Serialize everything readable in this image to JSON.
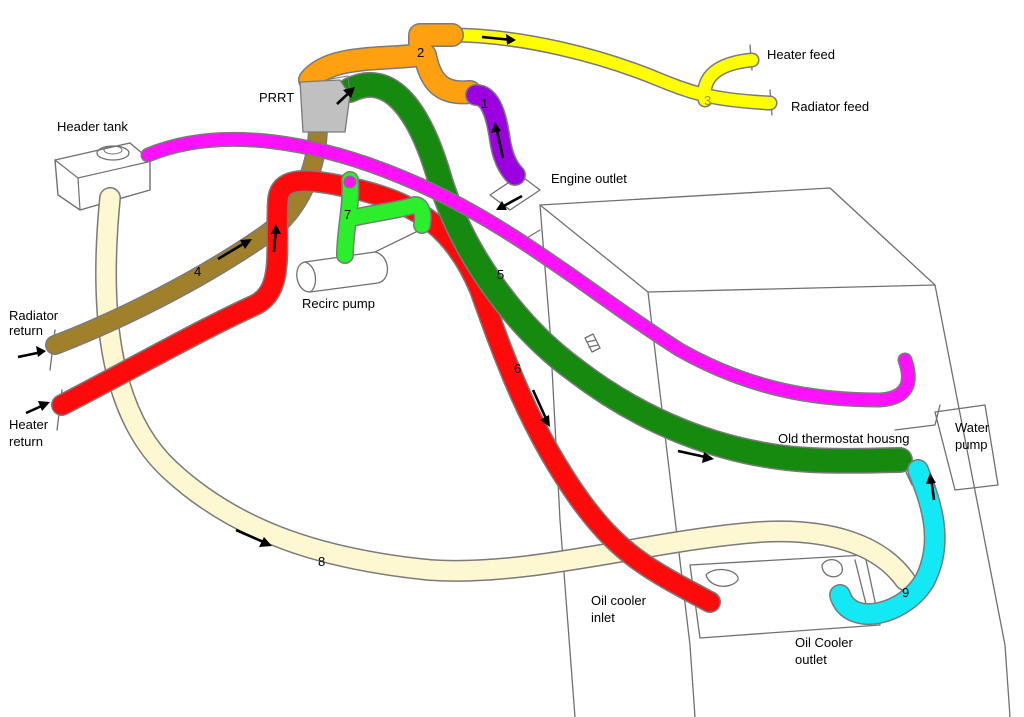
{
  "labels": {
    "heater_feed": "Heater feed",
    "radiator_feed": "Radiator feed",
    "prrt": "PRRT",
    "header_tank": "Header tank",
    "engine_outlet": "Engine outlet",
    "radiator_return_1": "Radiator",
    "radiator_return_2": "return",
    "heater_return_1": "Heater",
    "heater_return_2": "return",
    "recirc_pump": "Recirc pump",
    "old_thermostat": "Old thermostat housng",
    "water_pump_1": "Water",
    "water_pump_2": "pump",
    "oil_cooler_inlet_1": "Oil cooler",
    "oil_cooler_inlet_2": "inlet",
    "oil_cooler_outlet_1": "Oil Cooler",
    "oil_cooler_outlet_2": "outlet"
  },
  "hoses": [
    {
      "number": "1",
      "color": "#9b00e0"
    },
    {
      "number": "2",
      "color": "#ffa010"
    },
    {
      "number": "3",
      "color": "#ffff00"
    },
    {
      "number": "4",
      "color": "#a0802a"
    },
    {
      "number": "5",
      "color": "#158a0f"
    },
    {
      "number": "6",
      "color": "#ff0a0a"
    },
    {
      "number": "7",
      "color": "#2bef2b"
    },
    {
      "number": "8",
      "color": "#fdf7d2"
    },
    {
      "number": "9",
      "color": "#13e8f5"
    }
  ],
  "pink_hose_color": "#ff10ff"
}
